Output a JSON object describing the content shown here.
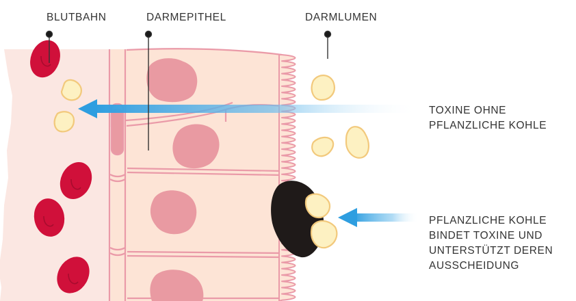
{
  "labels": {
    "blood": "BLUTBAHN",
    "epithelium": "DARMEPITHEL",
    "lumen": "DARMLUMEN"
  },
  "captions": {
    "toxins_without_charcoal": [
      "TOXINE OHNE",
      "PFLANZLICHE KOHLE"
    ],
    "charcoal_binds_toxins": [
      "PFLANZLICHE KOHLE",
      "BINDET TOXINE UND",
      "UNTERSTÜTZT DEREN",
      "AUSSCHEIDUNG"
    ]
  },
  "colors": {
    "blood_bg": "#fbe7e2",
    "epithelium_bg": "#fde4d6",
    "cell_outline": "#ea9aa8",
    "nucleus": "#e99aa2",
    "red_blood_cell": "#d0103a",
    "toxin_fill": "#fdf1c2",
    "toxin_outline": "#f2c97c",
    "charcoal": "#1f1a19",
    "arrow": "#2e9ee0",
    "text": "#333333"
  }
}
